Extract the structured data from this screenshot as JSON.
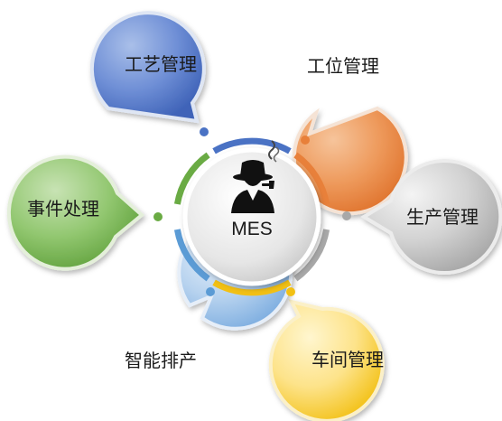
{
  "center": {
    "label": "MES",
    "icon": "detective-hat-icon"
  },
  "modules": [
    {
      "key": "process",
      "label": "工艺管理",
      "color": "#4a72c4"
    },
    {
      "key": "station",
      "label": "工位管理",
      "color": "#e8803a"
    },
    {
      "key": "production",
      "label": "生产管理",
      "color": "#a8a8a8"
    },
    {
      "key": "workshop",
      "label": "车间管理",
      "color": "#f2c014"
    },
    {
      "key": "scheduling",
      "label": "智能排产",
      "color": "#5b9bd5"
    },
    {
      "key": "events",
      "label": "事件处理",
      "color": "#6aab44"
    }
  ]
}
